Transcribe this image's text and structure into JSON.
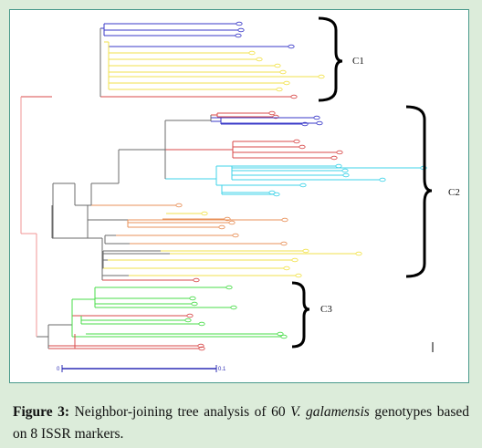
{
  "figure": {
    "clusters": [
      {
        "label": "C1"
      },
      {
        "label": "C2"
      },
      {
        "label": "C3"
      }
    ],
    "scale_bar": {
      "start_label": "0",
      "end_label": "0.1"
    },
    "colors": {
      "blue": "#3a3ac8",
      "yellow": "#f2e24c",
      "red": "#d84a4a",
      "cyan": "#3fd3e8",
      "orange": "#e89058",
      "green": "#49dc49",
      "gray": "#6b6b6b",
      "pink": "#f29595"
    }
  },
  "caption": {
    "label": "Figure 3:",
    "text_before": " Neighbor-joining tree analysis of 60 ",
    "species": "V. galamensis",
    "text_after": " genotypes based on 8 ISSR markers."
  }
}
